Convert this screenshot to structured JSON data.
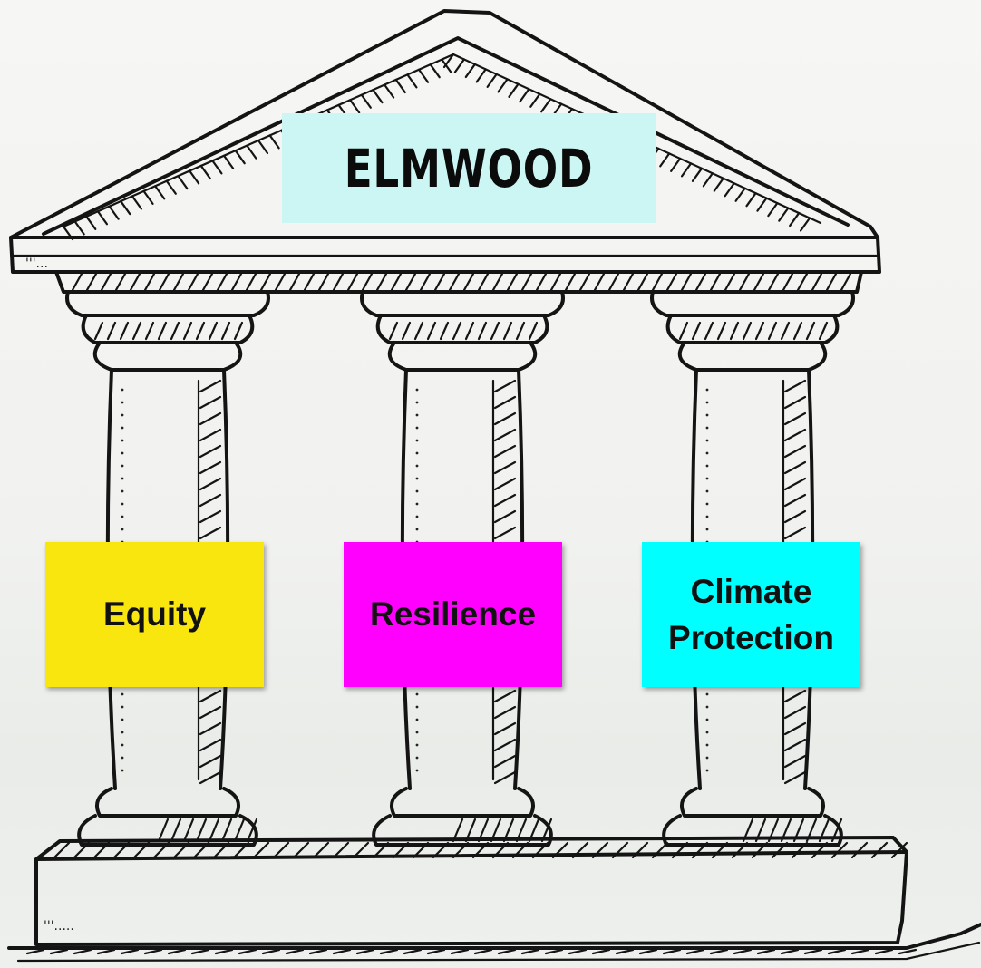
{
  "building": {
    "title": "ELMWOOD",
    "title_box_color": "#cbf6f4"
  },
  "pillars": [
    {
      "label": "Equity",
      "color": "#f9e60e"
    },
    {
      "label": "Resilience",
      "color": "#ff00ff"
    },
    {
      "label": "Climate\nProtection",
      "color": "#00ffff"
    }
  ]
}
